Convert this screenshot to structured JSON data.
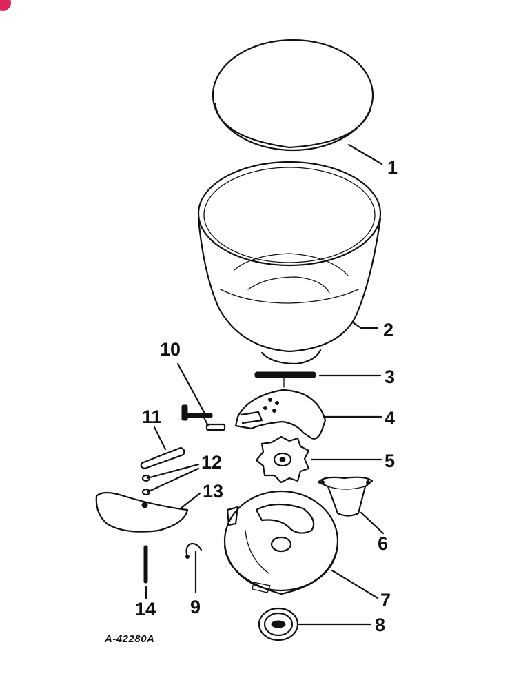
{
  "badge_color": "#e0245e",
  "line_color": "#111111",
  "callouts": [
    {
      "id": "1",
      "label": "1"
    },
    {
      "id": "2",
      "label": "2"
    },
    {
      "id": "3",
      "label": "3"
    },
    {
      "id": "4",
      "label": "4"
    },
    {
      "id": "5",
      "label": "5"
    },
    {
      "id": "6",
      "label": "6"
    },
    {
      "id": "7",
      "label": "7"
    },
    {
      "id": "8",
      "label": "8"
    },
    {
      "id": "9",
      "label": "9"
    },
    {
      "id": "10",
      "label": "10"
    },
    {
      "id": "11",
      "label": "11"
    },
    {
      "id": "12",
      "label": "12"
    },
    {
      "id": "13",
      "label": "13"
    },
    {
      "id": "14",
      "label": "14"
    }
  ],
  "reference_code": "A-42280A"
}
